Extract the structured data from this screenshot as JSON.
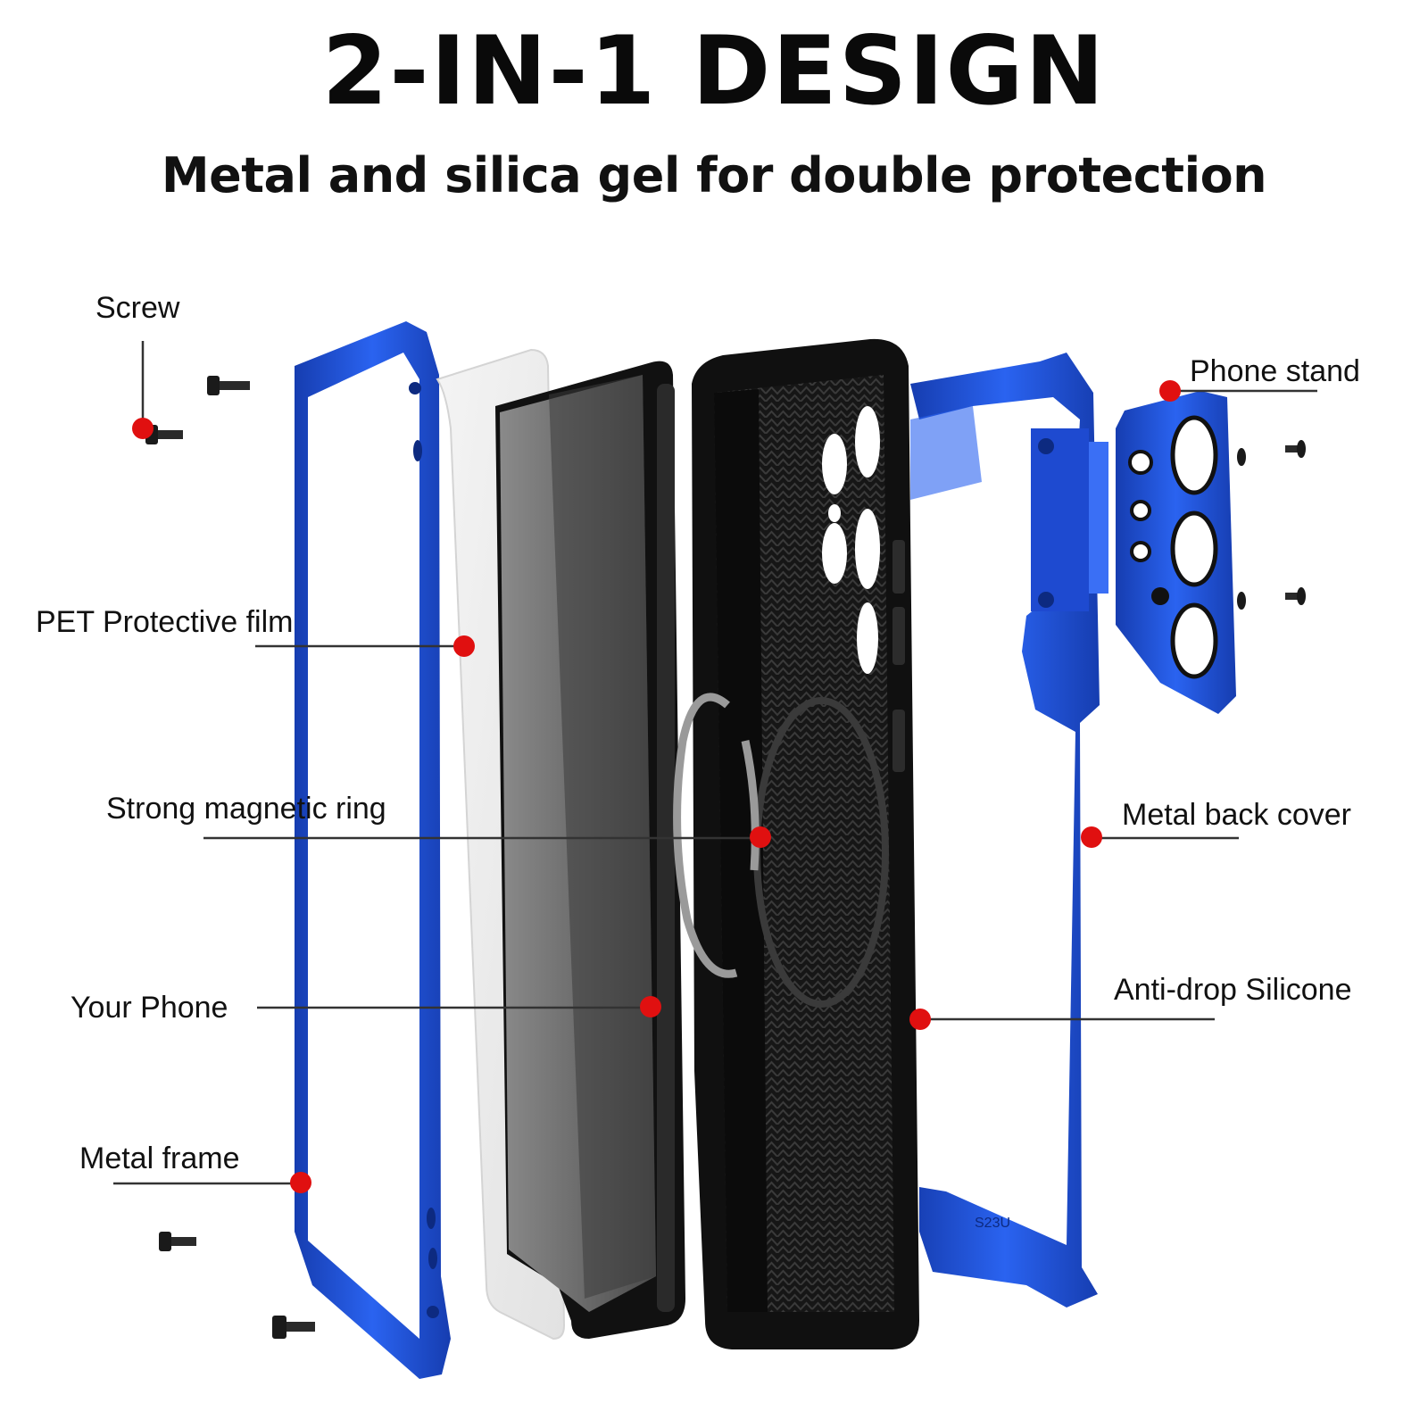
{
  "header": {
    "title": "2-IN-1 DESIGN",
    "subtitle": "Metal and silica gel for double protection"
  },
  "callouts": {
    "screw": "Screw",
    "pet_film": "PET Protective film",
    "magnetic_ring": "Strong magnetic ring",
    "your_phone": "Your Phone",
    "metal_frame": "Metal frame",
    "phone_stand": "Phone stand",
    "metal_back_cover": "Metal back cover",
    "anti_drop_silicone": "Anti-drop Silicone"
  },
  "colors": {
    "frame_blue": "#1f4fd6",
    "marker_red": "#e01010",
    "silicone_black": "#111111"
  },
  "back_model_text": "S23U"
}
